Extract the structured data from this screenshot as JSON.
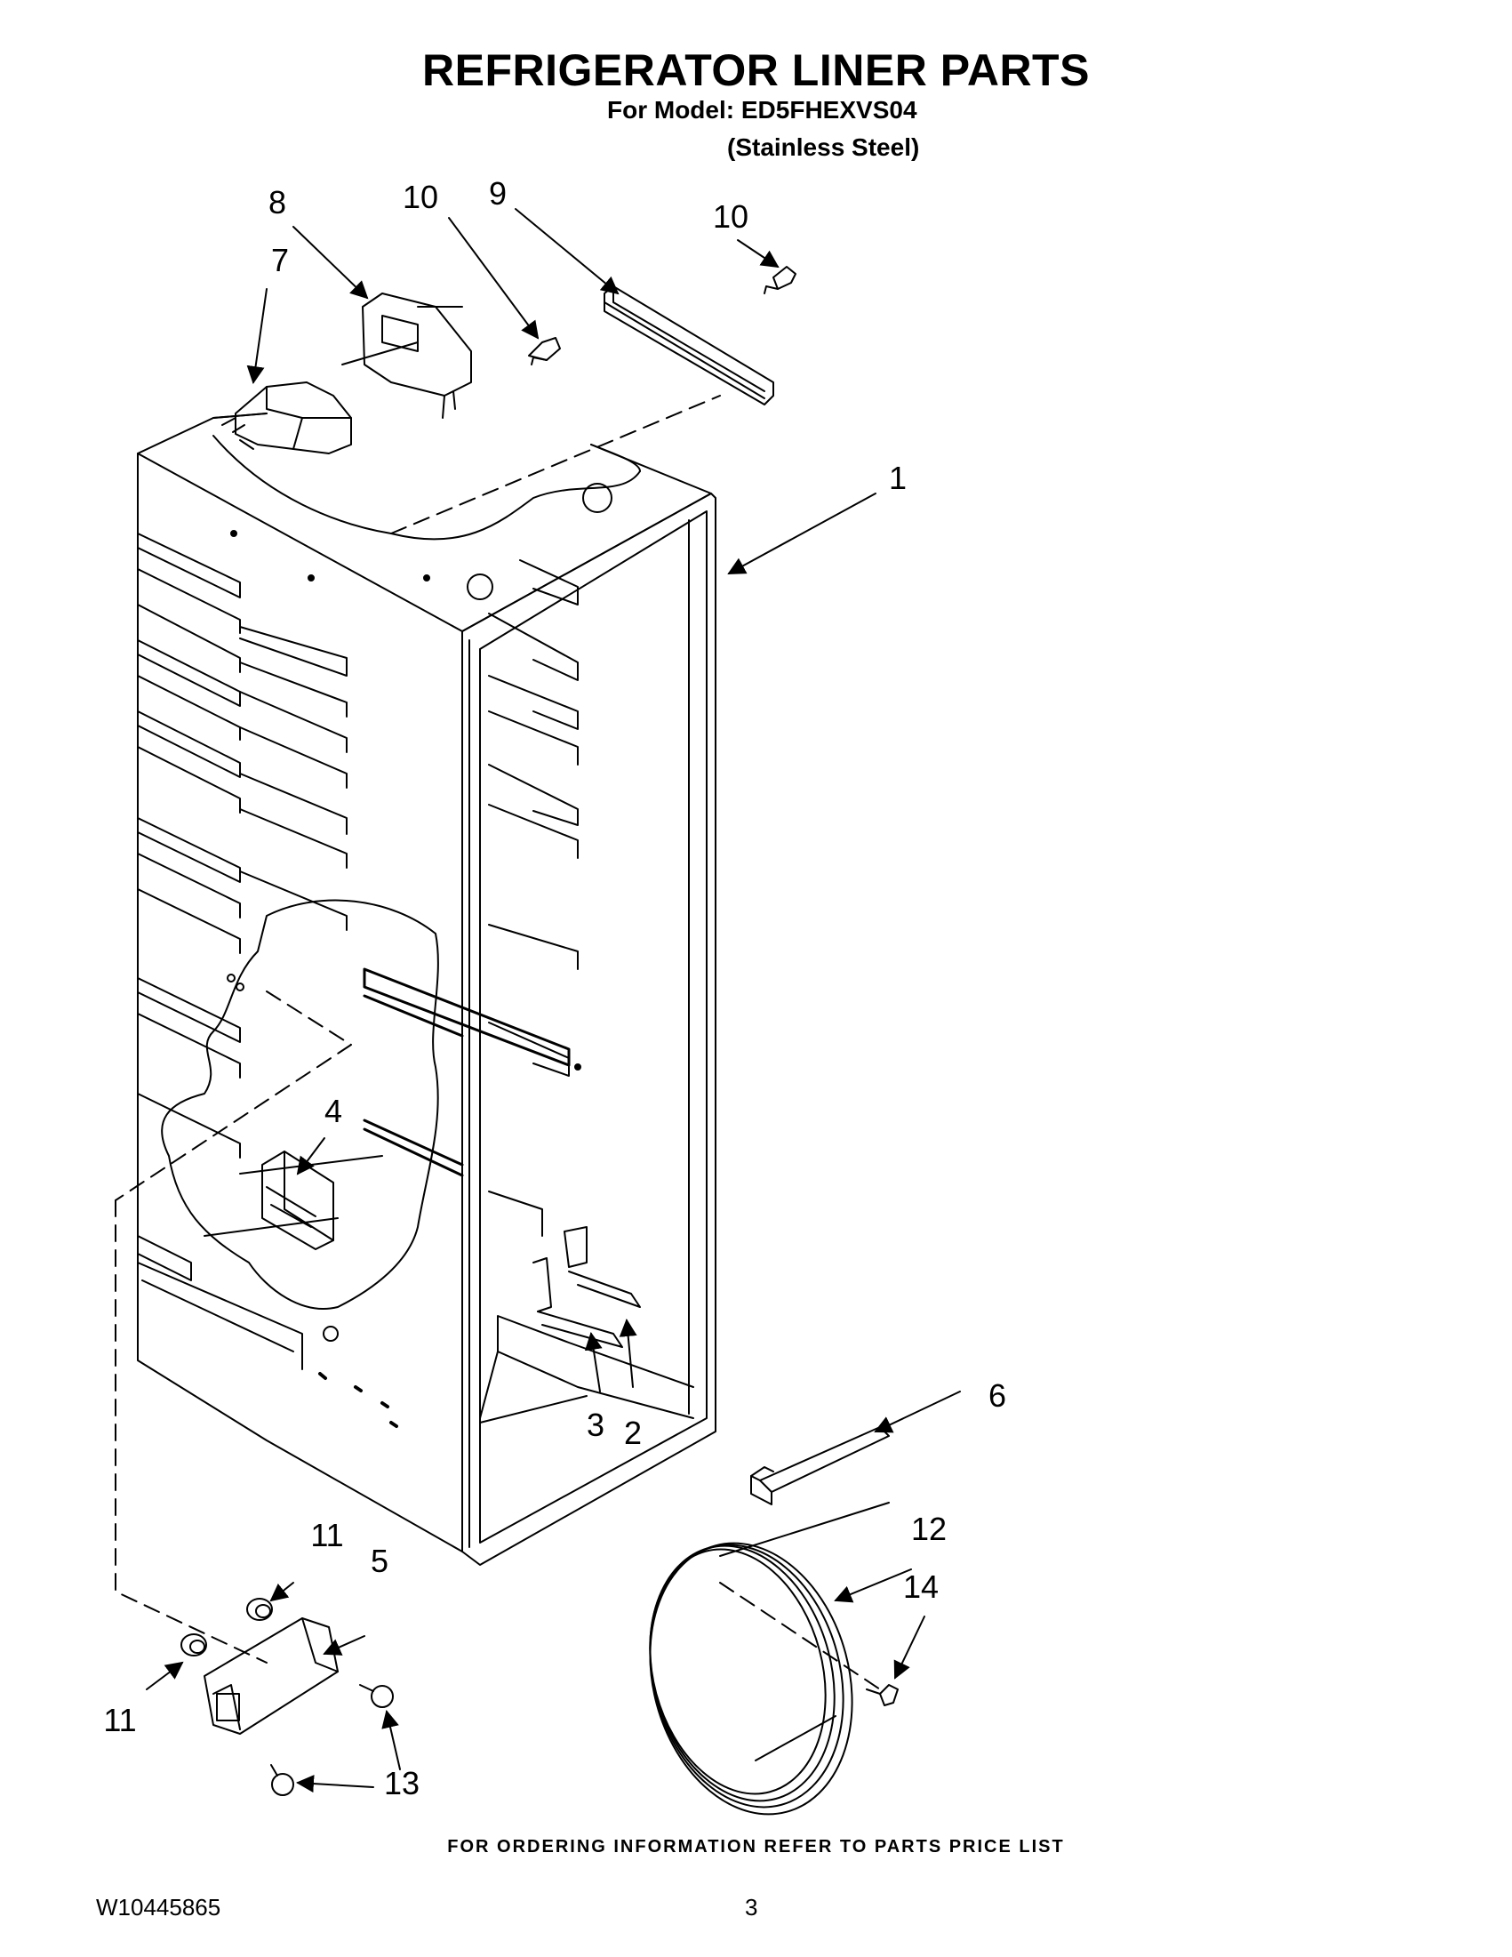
{
  "header": {
    "title": "REFRIGERATOR LINER PARTS",
    "model_line": "For Model: ED5FHEXVS04",
    "finish_line": "(Stainless Steel)"
  },
  "callouts": {
    "c1": "1",
    "c2": "2",
    "c3": "3",
    "c4": "4",
    "c5": "5",
    "c6": "6",
    "c7": "7",
    "c8": "8",
    "c9": "9",
    "c10a": "10",
    "c10b": "10",
    "c11a": "11",
    "c11b": "11",
    "c12": "12",
    "c13": "13",
    "c14": "14"
  },
  "footer": {
    "ordering_note": "FOR ORDERING INFORMATION REFER TO PARTS PRICE LIST",
    "document_id": "W10445865",
    "page_number": "3"
  }
}
